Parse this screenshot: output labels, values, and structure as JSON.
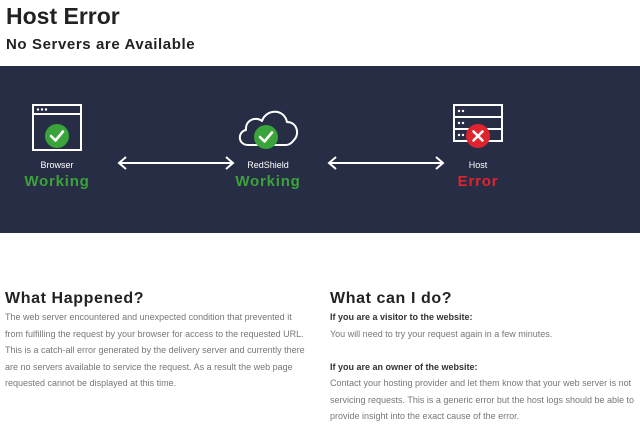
{
  "header": {
    "title": "Host Error",
    "subtitle": "No Servers are Available"
  },
  "status_diagram": {
    "nodes": [
      {
        "label": "Browser",
        "status": "Working",
        "icon": "browser-window-icon",
        "badge": "check-icon",
        "status_color": "#3aa33a"
      },
      {
        "label": "RedShield",
        "status": "Working",
        "icon": "cloud-icon",
        "badge": "check-icon",
        "status_color": "#3aa33a"
      },
      {
        "label": "Host",
        "status": "Error",
        "icon": "server-rack-icon",
        "badge": "x-icon",
        "status_color": "#e0242e"
      }
    ],
    "connectors": [
      "double-arrow-icon",
      "double-arrow-icon"
    ],
    "background": "#272d44"
  },
  "what_happened": {
    "heading": "What Happened?",
    "body": "The web server encountered and unexpected condition that prevented it from fulfilling the request by your browser for access to the requested URL. This is a catch-all error generated by the delivery server and currently there are no servers available to service the request. As a result the web page requested cannot be displayed at this time."
  },
  "what_can_i_do": {
    "heading": "What can I do?",
    "visitor_label": "If you are a visitor to the website:",
    "visitor_text": "You will need to try your request again in a few minutes.",
    "owner_label": "If you are an owner of the website:",
    "owner_text": "Contact your hosting provider and let them know that your web server is not servicing requests. This is a generic error but the host logs should be able to provide insight into the exact cause of the error."
  }
}
